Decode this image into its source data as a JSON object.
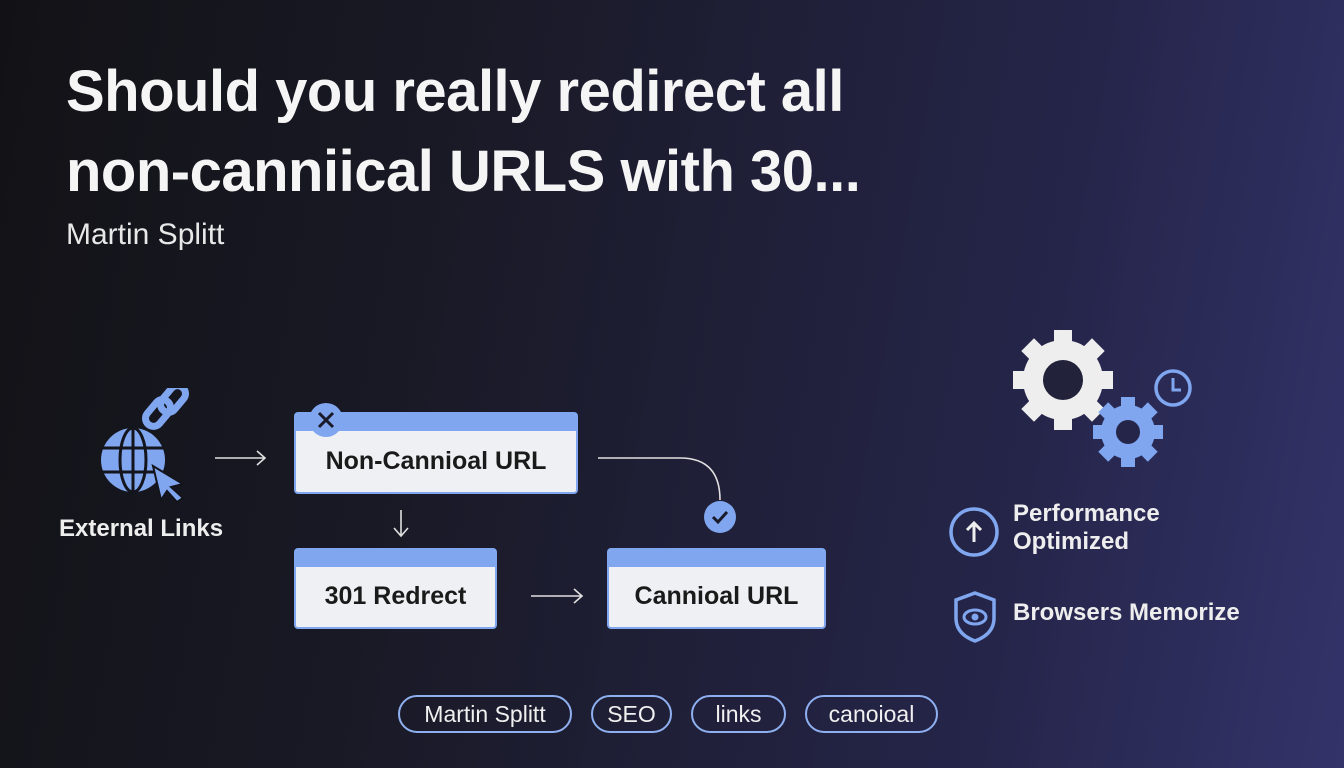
{
  "title": {
    "line1": "Should you really redirect all",
    "line2": "non-canniical URLS with 30..."
  },
  "author": "Martin Splitt",
  "diagram": {
    "external_links": "External Links",
    "non_canonical": "Non-Cannioal URL",
    "redirect": "301 Redrect",
    "canonical": "Cannioal URL"
  },
  "benefits": [
    {
      "label_line1": "Performance",
      "label_line2": "Optimized"
    },
    {
      "label": "Browsers Memorize"
    }
  ],
  "tags": [
    "Martin Splitt",
    "SEO",
    "links",
    "canoioal"
  ],
  "colors": {
    "accent": "#7fa6ee",
    "box": "#eef0f4"
  }
}
